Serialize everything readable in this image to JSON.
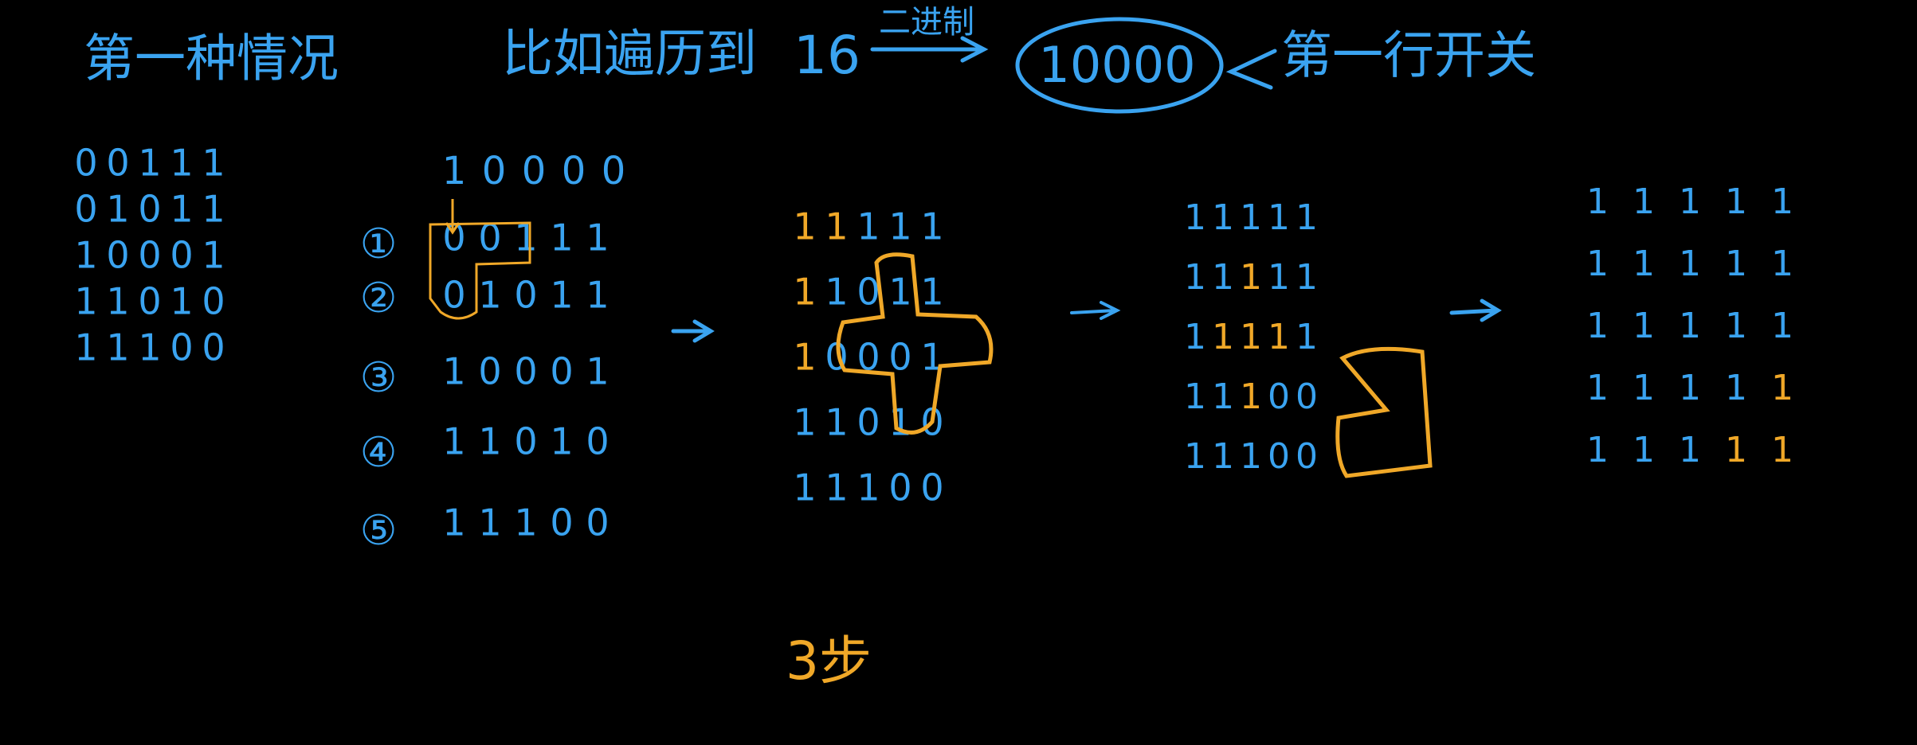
{
  "title": {
    "case_label": "第一种情况",
    "traverse_label": "比如遍历到",
    "number": "16",
    "binary_label": "二进制",
    "binary_value": "10000",
    "first_row_switch": "第一行开关"
  },
  "grids": {
    "original": [
      [
        "0",
        "0",
        "1",
        "1",
        "1"
      ],
      [
        "0",
        "1",
        "0",
        "1",
        "1"
      ],
      [
        "1",
        "0",
        "0",
        "0",
        "1"
      ],
      [
        "1",
        "1",
        "0",
        "1",
        "0"
      ],
      [
        "1",
        "1",
        "1",
        "0",
        "0"
      ]
    ],
    "step1": {
      "first_row": [
        "1",
        "0",
        "0",
        "0",
        "0"
      ],
      "row_labels": [
        "①",
        "②",
        "③",
        "④",
        "⑤"
      ],
      "rows": [
        [
          "0",
          "0",
          "1",
          "1",
          "1"
        ],
        [
          "0",
          "1",
          "0",
          "1",
          "1"
        ],
        [
          "1",
          "0",
          "0",
          "0",
          "1"
        ],
        [
          "1",
          "1",
          "0",
          "1",
          "0"
        ],
        [
          "1",
          "1",
          "1",
          "0",
          "0"
        ]
      ]
    },
    "step2": [
      [
        "1",
        "1",
        "1",
        "1",
        "1"
      ],
      [
        "1",
        "1",
        "0",
        "1",
        "1"
      ],
      [
        "1",
        "0",
        "0",
        "0",
        "1"
      ],
      [
        "1",
        "1",
        "0",
        "1",
        "0"
      ],
      [
        "1",
        "1",
        "1",
        "0",
        "0"
      ]
    ],
    "step3": [
      [
        "1",
        "1",
        "1",
        "1",
        "1"
      ],
      [
        "1",
        "1",
        "1",
        "1",
        "1"
      ],
      [
        "1",
        "1",
        "1",
        "1",
        "1"
      ],
      [
        "1",
        "1",
        "1",
        "0",
        "0"
      ],
      [
        "1",
        "1",
        "1",
        "0",
        "0"
      ]
    ],
    "step4": [
      [
        "1",
        "1",
        "1",
        "1",
        "1"
      ],
      [
        "1",
        "1",
        "1",
        "1",
        "1"
      ],
      [
        "1",
        "1",
        "1",
        "1",
        "1"
      ],
      [
        "1",
        "1",
        "1",
        "1",
        "1"
      ],
      [
        "1",
        "1",
        "1",
        "1",
        "1"
      ]
    ]
  },
  "steps_label": "3步",
  "colors": {
    "blue": "#3aa3f0",
    "orange": "#f0a828",
    "background": "#000000"
  }
}
